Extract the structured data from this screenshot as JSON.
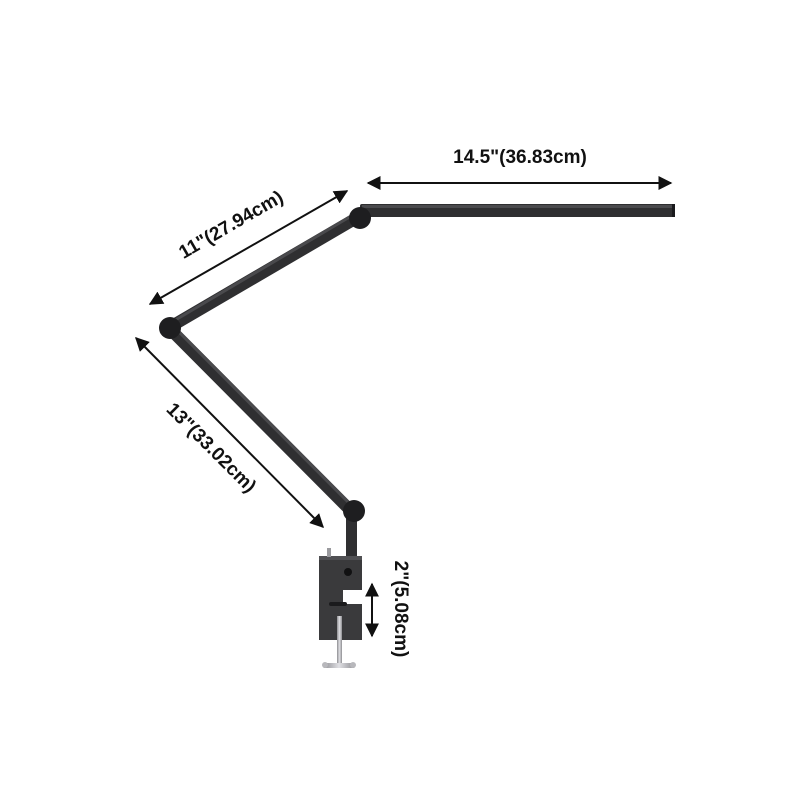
{
  "dimensions": {
    "top_arm": "14.5\"(36.83cm)",
    "middle_arm": "11\"(27.94cm)",
    "lower_arm": "13\"(33.02cm)",
    "clamp_opening": "2\"(5.08cm)"
  },
  "colors": {
    "lamp_body": "#2f2f31",
    "lamp_highlight": "#4a4a4d",
    "joint": "#1e1e20",
    "clamp_body": "#3a3a3c",
    "screw": "#a9a9ad",
    "dimension_line": "#111111"
  }
}
